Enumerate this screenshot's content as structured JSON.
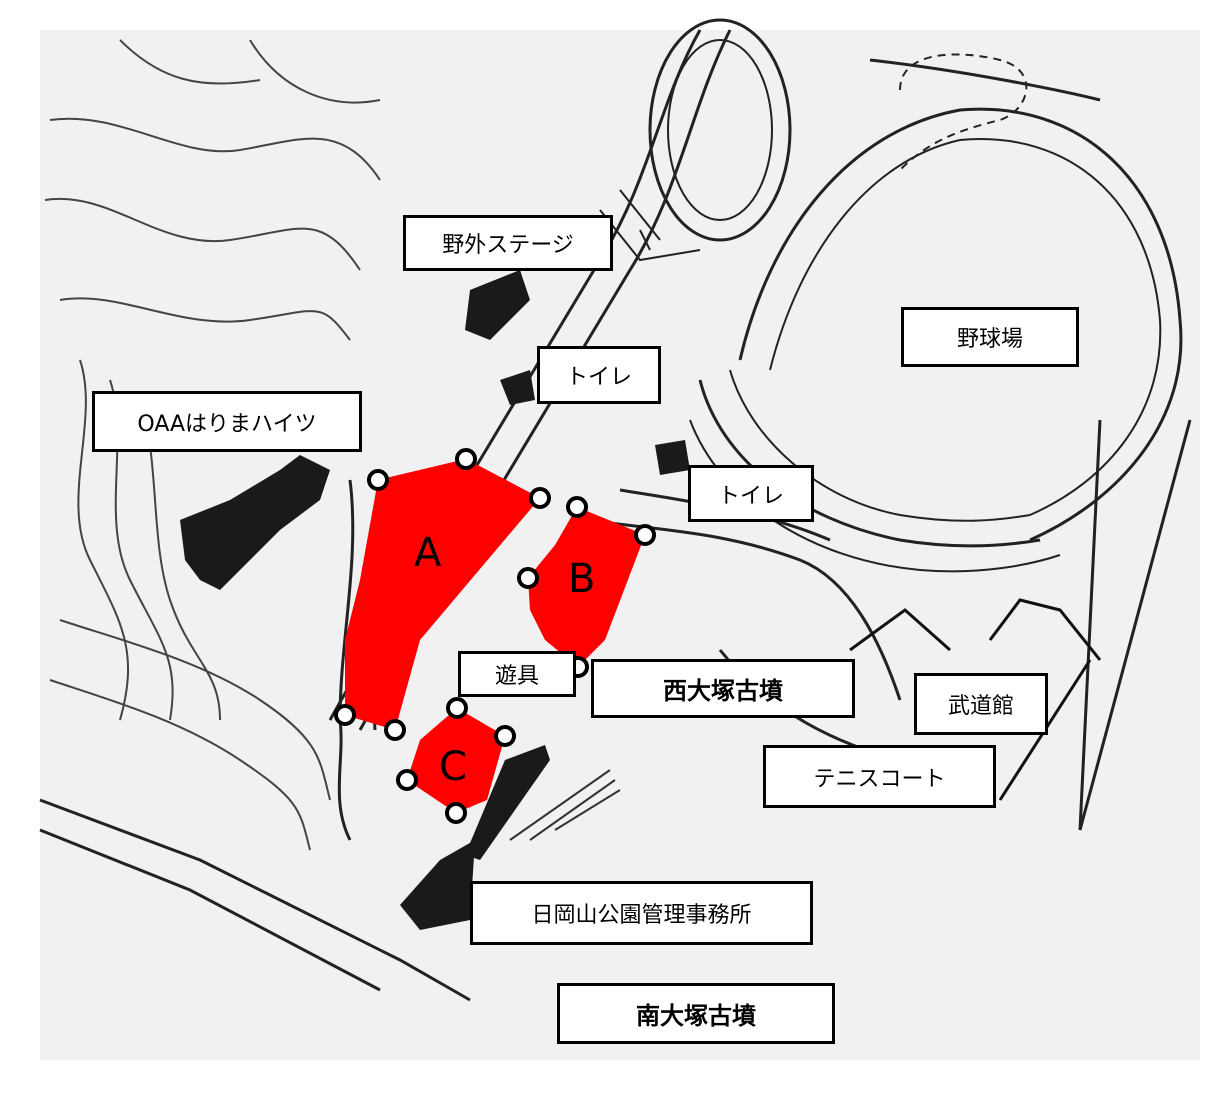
{
  "labels": {
    "outdoor_stage": "野外ステージ",
    "baseball_field": "野球場",
    "toilet_1": "トイレ",
    "toilet_2": "トイレ",
    "oaa_harima_heights": "OAAはりまハイツ",
    "playground_equipment": "遊具",
    "nishi_otsuka_kofun": "西大塚古墳",
    "budokan": "武道館",
    "tennis_court": "テニスコート",
    "park_management_office": "日岡山公園管理事務所",
    "minami_otsuka_kofun": "南大塚古墳"
  },
  "zones": {
    "a": "A",
    "b": "B",
    "c": "C"
  },
  "colors": {
    "zone_fill": "#ff0000",
    "background": "#ffffff",
    "line": "#222222",
    "building": "#1a1a1a"
  }
}
